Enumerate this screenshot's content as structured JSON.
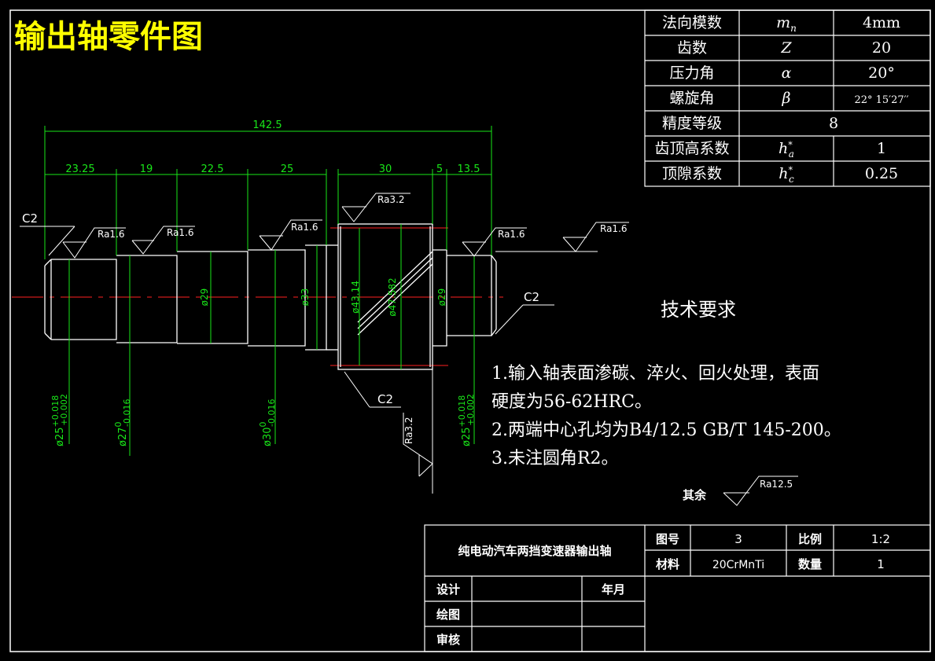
{
  "title": "输出轴零件图",
  "gear_params": [
    {
      "name": "法向模数",
      "symbol": "m",
      "sub": "n",
      "value": "4mm"
    },
    {
      "name": "齿数",
      "symbol": "Z",
      "sub": "",
      "value": "20"
    },
    {
      "name": "压力角",
      "symbol": "α",
      "sub": "",
      "value": "20°"
    },
    {
      "name": "螺旋角",
      "symbol": "β",
      "sub": "",
      "value": "22° 15′27′′"
    },
    {
      "name": "精度等级",
      "symbol": "",
      "sub": "",
      "value": "8"
    },
    {
      "name": "齿顶高系数",
      "symbol": "h",
      "sup": "*",
      "sub": "a",
      "value": "1"
    },
    {
      "name": "顶隙系数",
      "symbol": "h",
      "sup": "*",
      "sub": "c",
      "value": "0.25"
    }
  ],
  "dimensions": {
    "overall": "142.5",
    "segments": [
      "23.25",
      "19",
      "22.5",
      "25",
      "30",
      "5",
      "13.5"
    ],
    "diameters": {
      "d29_left": "ø29",
      "d33": "ø33",
      "d43": "ø43.14",
      "d47": "ø47.582",
      "d29_right": "ø29"
    },
    "tolerances": [
      {
        "base": "ø25",
        "upper": "+0.018",
        "lower": "+0.002"
      },
      {
        "base": "ø27",
        "upper": "0",
        "lower": "-0.016"
      },
      {
        "base": "ø30",
        "upper": "0",
        "lower": "-0.016"
      },
      {
        "base": "ø25",
        "upper": "+0.018",
        "lower": "+0.002"
      }
    ],
    "chamfers": [
      "C2",
      "C2",
      "C2"
    ],
    "roughness": [
      "Ra1.6",
      "Ra1.6",
      "Ra1.6",
      "Ra3.2",
      "Ra1.6",
      "Ra1.6",
      "Ra3.2"
    ]
  },
  "tech_req": {
    "heading": "技术要求",
    "items": [
      "1.输入轴表面渗碳、淬火、回火处理，表面",
      "硬度为56-62HRC。",
      "2.两端中心孔均为B4/12.5 GB/T 145-200。",
      "3.未注圆角R2。"
    ],
    "other_label": "其余",
    "other_ra": "Ra12.5"
  },
  "title_block": {
    "part_name": "纯电动汽车两挡变速器输出轴",
    "drawing_no_label": "图号",
    "drawing_no": "3",
    "scale_label": "比例",
    "scale": "1:2",
    "material_label": "材料",
    "material": "20CrMnTi",
    "qty_label": "数量",
    "qty": "1",
    "design_label": "设计",
    "date_label": "年月",
    "draw_label": "绘图",
    "check_label": "审核"
  },
  "colors": {
    "title": "#ffff00",
    "dim": "#19e619",
    "center": "#ff2020",
    "line": "#ffffff"
  }
}
